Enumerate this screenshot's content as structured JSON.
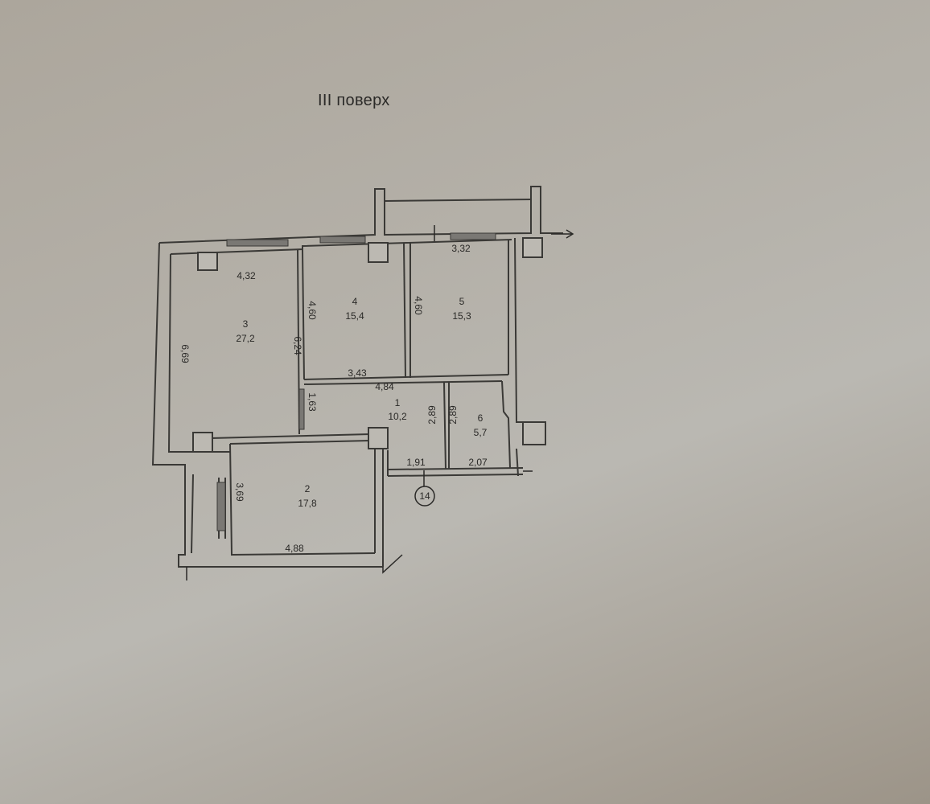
{
  "title": "III поверх",
  "rooms": [
    {
      "id": "1",
      "area": "10,2"
    },
    {
      "id": "2",
      "area": "17,8"
    },
    {
      "id": "3",
      "area": "27,2"
    },
    {
      "id": "4",
      "area": "15,4"
    },
    {
      "id": "5",
      "area": "15,3"
    },
    {
      "id": "6",
      "area": "5,7"
    }
  ],
  "dimensions": {
    "room3_width": "4,32",
    "room3_outer_height": "6,69",
    "room3_inner_height": "6,24",
    "room4_height": "4,60",
    "room4_width": "3,43",
    "room5_height": "4,60",
    "room5_width": "3,32",
    "hall_width": "4,84",
    "hall_left_height": "1,63",
    "hall_right_height": "2,89",
    "room6_height": "2,89",
    "hall_bottom_width": "1,91",
    "room6_width": "2,07",
    "room2_height": "3,69",
    "room2_width": "4,88"
  },
  "marker": {
    "label": "14"
  },
  "colors": {
    "wall": "#3a3936",
    "paper": "#b6b3ac",
    "ink": "#2a2927"
  }
}
